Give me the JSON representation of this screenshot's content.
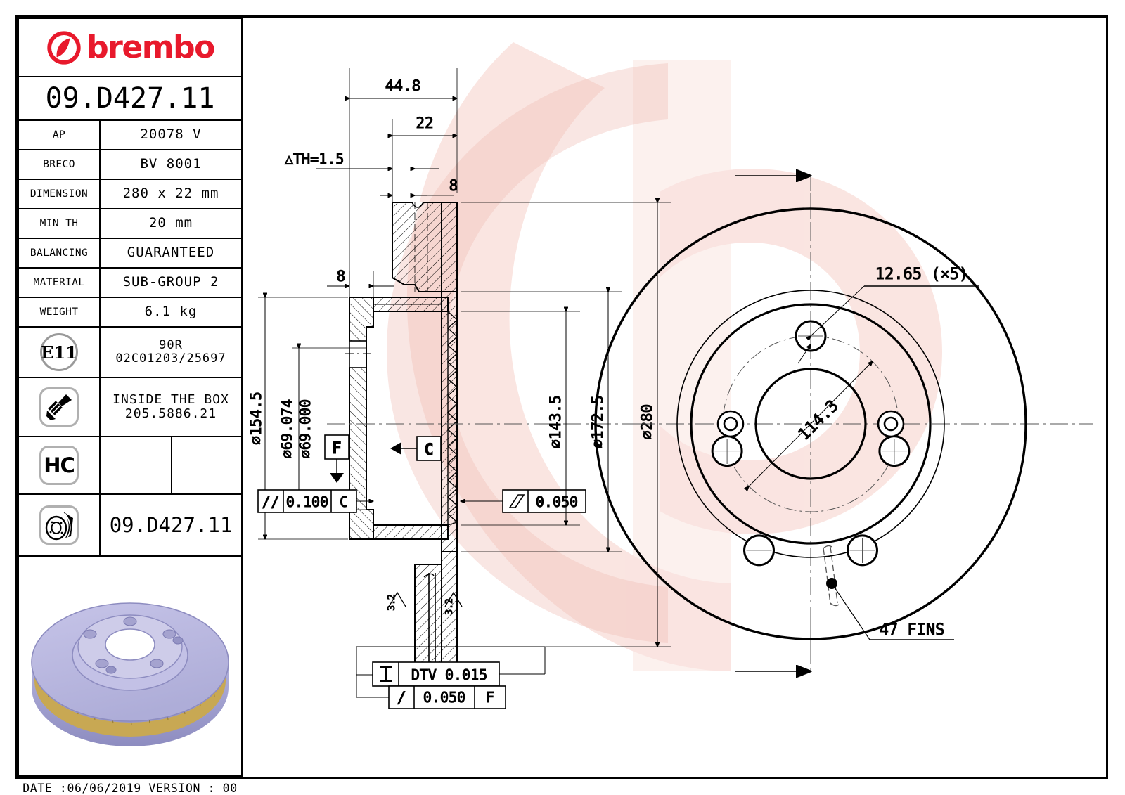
{
  "brand": {
    "name": "brembo",
    "logo_color": "#e8192c",
    "logo_icon": "brembo-b-logo"
  },
  "title_block": {
    "part_number": "09.D427.11",
    "rows": [
      {
        "label": "AP",
        "value": "20078 V"
      },
      {
        "label": "BRECO",
        "value": "BV 8001"
      },
      {
        "label": "DIMENSION",
        "value": "280 x 22 mm"
      },
      {
        "label": "MIN TH",
        "value": "20 mm"
      },
      {
        "label": "BALANCING",
        "value": "GUARANTEED"
      },
      {
        "label": "MATERIAL",
        "value": "SUB-GROUP 2"
      },
      {
        "label": "WEIGHT",
        "value": "6.1 kg"
      }
    ],
    "homologation": {
      "badge": "E11",
      "line1": "90R",
      "line2": "02C01203/25697"
    },
    "screws": {
      "icon": "screw-icon",
      "line1": "INSIDE THE BOX",
      "line2": "205.5886.21"
    },
    "hc": {
      "badge": "HC",
      "icon": "hc-icon"
    },
    "disc_row": {
      "icon": "brake-disc-icon",
      "value": "09.D427.11"
    },
    "product_image_alt": "brake-disc-3d-render"
  },
  "footer": {
    "date_version": "DATE :06/06/2019 VERSION : 00"
  },
  "drawing": {
    "section_view": {
      "dims": [
        {
          "name": "overall-width",
          "text": "44.8"
        },
        {
          "name": "disc-thickness",
          "text": "22"
        },
        {
          "name": "th-wear",
          "text": "△TH=1.5"
        },
        {
          "name": "offset-right",
          "text": "8"
        },
        {
          "name": "offset-left",
          "text": "8"
        },
        {
          "name": "outer-hat-dia",
          "text": "⌀154.5"
        },
        {
          "name": "bore-dia-max",
          "text": "⌀69.074"
        },
        {
          "name": "bore-dia-min",
          "text": "⌀69.000"
        },
        {
          "name": "inner-dia-143",
          "text": "⌀143.5"
        },
        {
          "name": "inner-dia-172",
          "text": "⌀172.5"
        },
        {
          "name": "outer-dia-280",
          "text": "⌀280"
        }
      ],
      "datums": [
        "F",
        "C"
      ],
      "tolerances": [
        {
          "name": "parallelism-tol",
          "symbol": "//",
          "value": "0.100",
          "datum": "C"
        },
        {
          "name": "flatness-tol",
          "symbol": "▱",
          "value": "0.050",
          "datum": ""
        },
        {
          "name": "dtv-tol",
          "symbol": "I",
          "value": "DTV 0.015",
          "datum": ""
        },
        {
          "name": "runout-tol",
          "symbol": "/",
          "value": "0.050",
          "datum": "F"
        }
      ],
      "surface_finish": [
        "3.2",
        "3.2"
      ]
    },
    "face_view": {
      "bolt_hole": "12.65 (×5)",
      "pcd": "114.3",
      "fins": "47 FINS"
    }
  },
  "colors": {
    "line": "#000000",
    "watermark": "#f4d5d2",
    "disc_body": "#b9b8e0",
    "disc_edge": "#9c9bc9",
    "vane_gold": "#c9a93f"
  }
}
